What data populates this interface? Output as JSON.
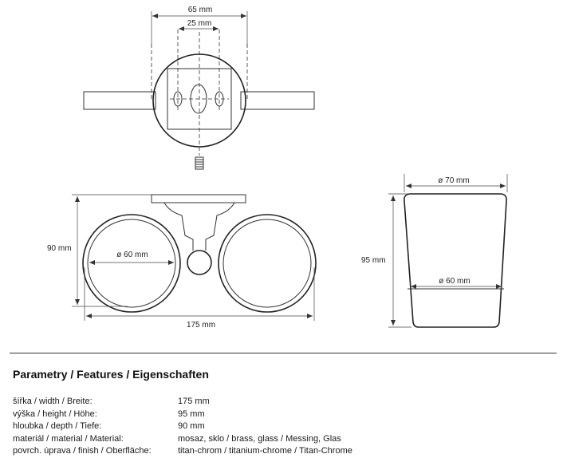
{
  "drawing": {
    "top_view": {
      "dim_outer": "65 mm",
      "dim_inner": "25 mm"
    },
    "front_view": {
      "height": "90 mm",
      "diameter": "ø 60 mm",
      "width": "175 mm"
    },
    "side_view": {
      "top_diameter": "ø 70 mm",
      "height": "95 mm",
      "bottom_diameter": "ø 60 mm"
    }
  },
  "features": {
    "heading": "Parametry / Features / Eigenschaften",
    "rows": [
      {
        "label": "šířka / width / Breite:",
        "value": "175 mm"
      },
      {
        "label": "výška / height / Höhe:",
        "value": "95 mm"
      },
      {
        "label": "hloubka / depth / Tiefe:",
        "value": "90 mm"
      },
      {
        "label": "materiál / material / Material:",
        "value": "mosaz, sklo / brass, glass / Messing, Glas"
      },
      {
        "label": "povrch. úprava / finish / Oberfläche:",
        "value": "titan-chrom / titanium-chrome / Titan-Chrome"
      }
    ]
  }
}
